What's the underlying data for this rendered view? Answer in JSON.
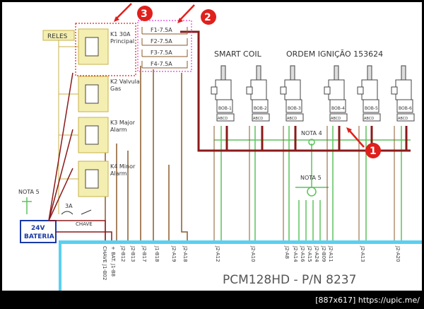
{
  "header": {
    "smart_coil": "SMART COIL",
    "ordem": "ORDEM IGNIÇÃO 153624"
  },
  "relays": [
    {
      "label": "K1 30A",
      "sub": "Principal"
    },
    {
      "label": "K2 Valvula",
      "sub": "Gas"
    },
    {
      "label": "K3 Major",
      "sub": "Alarm"
    },
    {
      "label": "K4 Minor",
      "sub": "Alarm"
    }
  ],
  "reles_label": "RELES",
  "fuses": [
    "F1-7.5A",
    "F2-7.5A",
    "F3-7.5A",
    "F4-7.5A"
  ],
  "coils": [
    "BOB-1",
    "BOB-2",
    "BOB-3",
    "BOB-4",
    "BOB-5",
    "BOB-6"
  ],
  "coil_pins": "ABCD",
  "notes": {
    "nota4": "NOTA 4",
    "nota5": "NOTA 5",
    "nota5_left": "NOTA 5"
  },
  "battery": {
    "line1": "24V",
    "line2": "BATERIA"
  },
  "chave": "CHAVE",
  "fuse_3a": "3A",
  "pins": [
    "CHAVE J1-B02",
    "+ BAT. J1-B8",
    "J2-B12",
    "J2-B13",
    "J2-B17",
    "J1-B18",
    "J2-A19",
    "J2-A18",
    "J2-A12",
    "J2-A10",
    "J2-A8",
    "J2-A14",
    "J2-A16",
    "J2-A15",
    "J2-A24",
    "J2-B09",
    "J2-A11",
    "J2-A13",
    "J2-A20"
  ],
  "pcm": "PCM128HD  -  P/N  8237",
  "badges": [
    "1",
    "2",
    "3"
  ],
  "footer": "[887x617] https://upic.me/",
  "colors": {
    "red_wire": "#8b1a1a",
    "green_wire": "#5cc25c",
    "brown_wire": "#8a5a2a",
    "blue_bus": "#5ad0f0",
    "relay_fill": "#f4efb0",
    "badge_red": "#e0201c",
    "pink_box": "#e040e0",
    "red_box": "#e02020",
    "battery": "#1a3aa8"
  }
}
